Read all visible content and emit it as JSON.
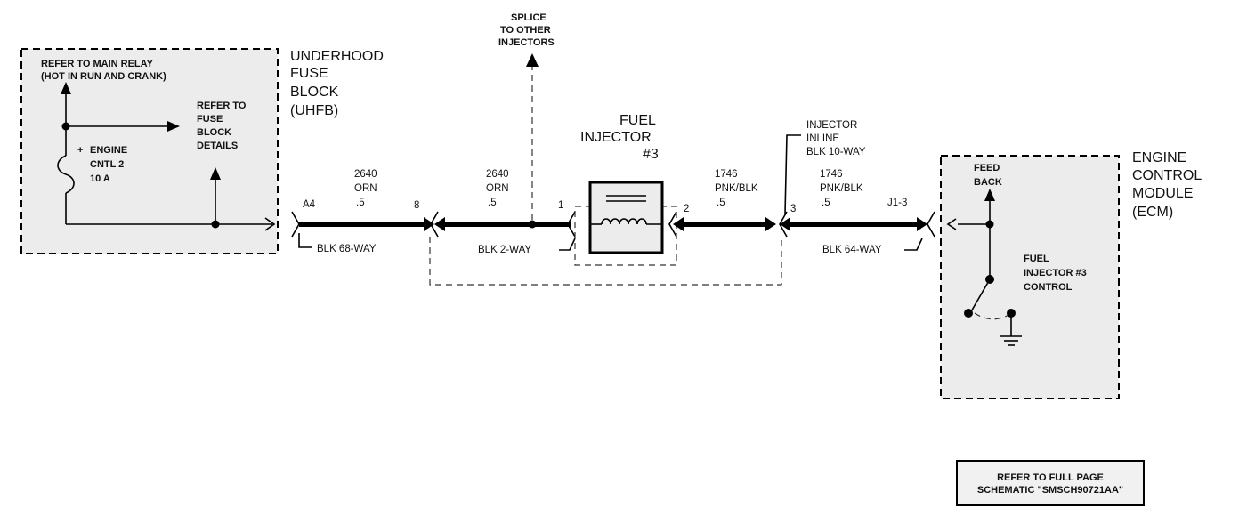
{
  "uhfb": {
    "title": [
      "UNDERHOOD",
      "FUSE",
      "BLOCK",
      "(UHFB)"
    ],
    "main_relay": [
      "REFER TO MAIN RELAY",
      "(HOT IN RUN AND CRANK)"
    ],
    "fuse_label": [
      "ENGINE",
      "CNTL 2",
      "10 A"
    ],
    "fuse_block_details": [
      "REFER TO",
      "FUSE",
      "BLOCK",
      "DETAILS"
    ]
  },
  "splice": [
    "SPLICE",
    "TO OTHER",
    "INJECTORS"
  ],
  "injector": {
    "title": [
      "FUEL",
      "INJECTOR",
      "#3"
    ]
  },
  "inline_connector": [
    "INJECTOR",
    "INLINE",
    "BLK 10-WAY"
  ],
  "ecm": {
    "title": [
      "ENGINE",
      "CONTROL",
      "MODULE",
      "(ECM)"
    ],
    "feedback": [
      "FEED",
      "BACK"
    ],
    "control": [
      "FUEL",
      "INJECTOR #3",
      "CONTROL"
    ]
  },
  "wires": [
    {
      "circuit": "2640",
      "color": "ORN",
      "gauge": ".5"
    },
    {
      "circuit": "2640",
      "color": "ORN",
      "gauge": ".5"
    },
    {
      "circuit": "1746",
      "color": "PNK/BLK",
      "gauge": ".5"
    },
    {
      "circuit": "1746",
      "color": "PNK/BLK",
      "gauge": ".5"
    }
  ],
  "pins": {
    "a4": "A4",
    "p8": "8",
    "p1": "1",
    "p2": "2",
    "p3": "3",
    "j13": "J1-3"
  },
  "connectors": {
    "blk68": "BLK 68-WAY",
    "blk2": "BLK 2-WAY",
    "blk64": "BLK 64-WAY"
  },
  "reference": [
    "REFER TO FULL PAGE",
    "SCHEMATIC \"SMSCH90721AA\""
  ]
}
